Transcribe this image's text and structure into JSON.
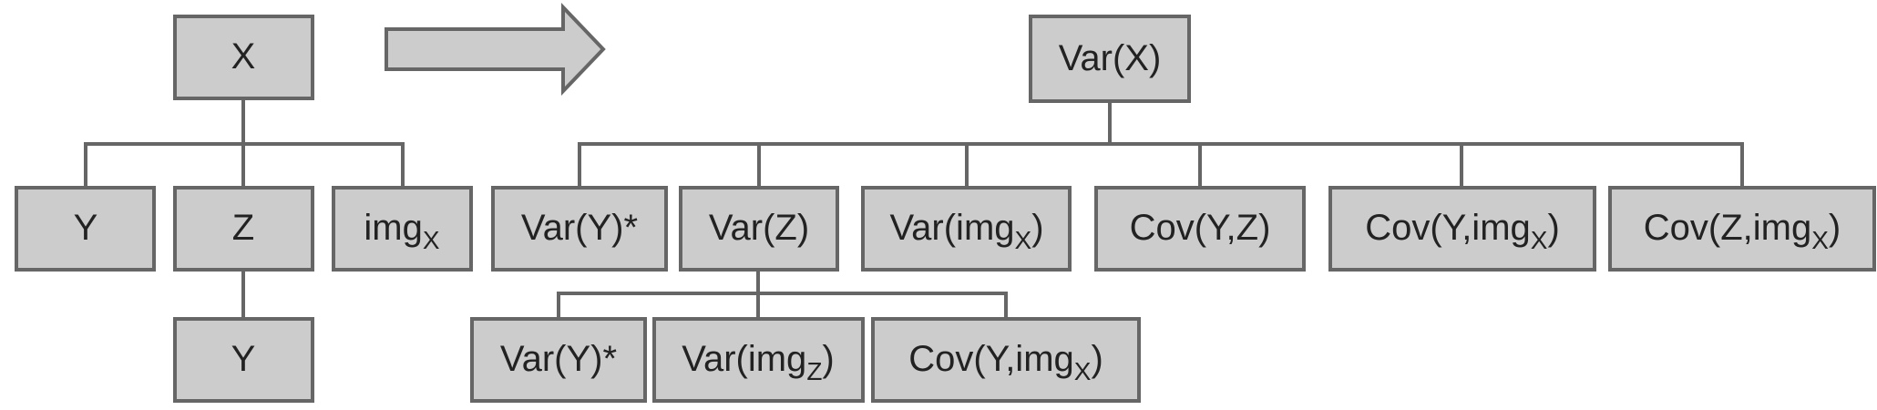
{
  "colors": {
    "box_fill": "#cccccc",
    "box_stroke": "#666666",
    "line": "#666666",
    "text": "#222222",
    "background": "#ffffff"
  },
  "left_tree": {
    "root": {
      "text": "X",
      "sub": ""
    },
    "children": [
      {
        "text": "Y",
        "sub": ""
      },
      {
        "text": "Z",
        "sub": ""
      },
      {
        "text": "img",
        "sub": "X"
      }
    ],
    "grandchild": {
      "text": "Y",
      "sub": ""
    }
  },
  "right_tree": {
    "root": {
      "text": "Var(X)",
      "sub": ""
    },
    "children": [
      {
        "text": "Var(Y)*",
        "sub": ""
      },
      {
        "text": "Var(Z)",
        "sub": ""
      },
      {
        "text": "Var(img",
        "sub": "X",
        "suffix": ")"
      },
      {
        "text": "Cov(Y,Z)",
        "sub": ""
      },
      {
        "text": "Cov(Y,img",
        "sub": "X",
        "suffix": ")"
      },
      {
        "text": "Cov(Z,img",
        "sub": "X",
        "suffix": ")"
      }
    ],
    "grandchildren": [
      {
        "text": "Var(Y)*",
        "sub": ""
      },
      {
        "text": "Var(img",
        "sub": "Z",
        "suffix": ")"
      },
      {
        "text": "Cov(Y,img",
        "sub": "X",
        "suffix": ")"
      }
    ]
  }
}
